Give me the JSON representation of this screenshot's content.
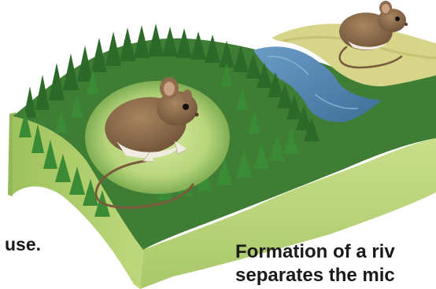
{
  "captions": {
    "left_fragment": "use.",
    "right_line1": "Formation of a riv",
    "right_line2": "separates the mic"
  },
  "colors": {
    "forest_dark": "#2f6a2b",
    "forest_mid": "#4f8f3b",
    "grass_light": "#cfe39a",
    "soil_side": "#b9d57a",
    "river": "#4d7fa8",
    "mouse_fur": "#8b6a4a",
    "mouse_belly": "#f1ece1"
  }
}
